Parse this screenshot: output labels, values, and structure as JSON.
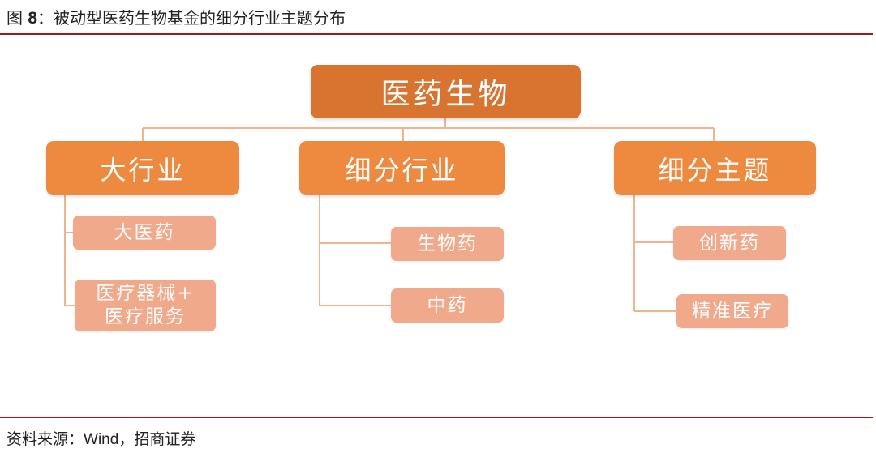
{
  "figure": {
    "title_prefix": "图 ",
    "title_number": "8",
    "title_text": "：被动型医药生物基金的细分行业主题分布"
  },
  "source": {
    "prefix": "资料来源：",
    "wind": "Wind",
    "suffix": "，招商证券"
  },
  "diagram": {
    "root": "医药生物",
    "categories": [
      {
        "label": "大行业",
        "children": [
          "大医药",
          "医疗器械+\n医疗服务"
        ]
      },
      {
        "label": "细分行业",
        "children": [
          "生物药",
          "中药"
        ]
      },
      {
        "label": "细分主题",
        "children": [
          "创新药",
          "精准医疗"
        ]
      }
    ]
  },
  "colors": {
    "root_fill": "#d8742f",
    "category_fill": "#ee8a3f",
    "leaf_fill": "#f1a98b",
    "connector": "#f0b48e",
    "rule": "#9e1b1b"
  }
}
